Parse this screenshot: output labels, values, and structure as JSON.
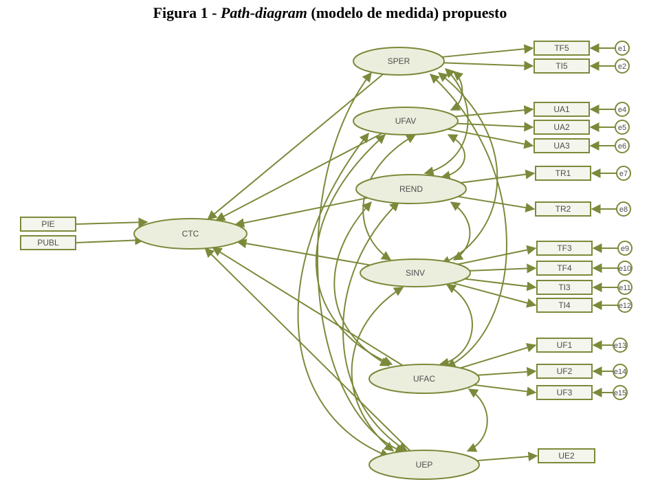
{
  "title": {
    "prefix": "Figura 1 - ",
    "italic": "Path-diagram",
    "suffix": " (modelo de medida) propuesto"
  },
  "colors": {
    "stroke": "#7a8a3a",
    "ellipse_fill": "#eceedd",
    "rect_fill": "#f4f5ec",
    "text": "#4d4d4d"
  },
  "latent_variables": [
    "SPER",
    "UFAV",
    "REND",
    "SINV",
    "UFAC",
    "UEP",
    "CTC"
  ],
  "exogenous_indicators": [
    "PIE",
    "PUBL"
  ],
  "indicators": [
    {
      "label": "TF5",
      "factor": "SPER",
      "error": "e1"
    },
    {
      "label": "TI5",
      "factor": "SPER",
      "error": "e2"
    },
    {
      "label": "UA1",
      "factor": "UFAV",
      "error": "e4"
    },
    {
      "label": "UA2",
      "factor": "UFAV",
      "error": "e5"
    },
    {
      "label": "UA3",
      "factor": "UFAV",
      "error": "e6"
    },
    {
      "label": "TR1",
      "factor": "REND",
      "error": "e7"
    },
    {
      "label": "TR2",
      "factor": "REND",
      "error": "e8"
    },
    {
      "label": "TF3",
      "factor": "SINV",
      "error": "e9"
    },
    {
      "label": "TF4",
      "factor": "SINV",
      "error": "e10"
    },
    {
      "label": "TI3",
      "factor": "SINV",
      "error": "e11"
    },
    {
      "label": "TI4",
      "factor": "SINV",
      "error": "e12"
    },
    {
      "label": "UF1",
      "factor": "UFAC",
      "error": "e13"
    },
    {
      "label": "UF2",
      "factor": "UFAC",
      "error": "e14"
    },
    {
      "label": "UF3",
      "factor": "UFAC",
      "error": "e15"
    },
    {
      "label": "UE2",
      "factor": "UEP",
      "error": ""
    }
  ]
}
